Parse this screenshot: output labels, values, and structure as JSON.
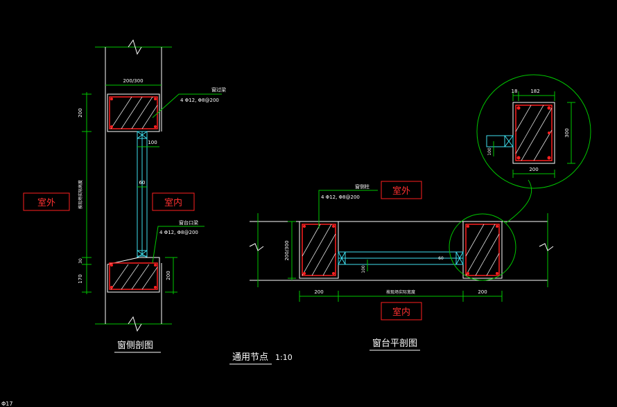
{
  "labels": {
    "outdoor_left": "室外",
    "indoor_left": "室内",
    "outdoor_right": "室外",
    "indoor_right": "室内"
  },
  "titles": {
    "section": "窗侧剖图",
    "common": "通用节点",
    "scale": "1:10",
    "plan": "窗台平剖图"
  },
  "annotations": {
    "lintel": "窗过梁",
    "lintel_rebar": "4 Φ12, Φ8@200",
    "sill": "窗台口梁",
    "sill_rebar": "4 Φ12, Φ8@200",
    "column": "窗侧柱",
    "column_rebar": "4 Φ12, Φ8@200"
  },
  "dimensions": {
    "top_width": "200/300",
    "lintel_h": "200",
    "window_h": "按现场实际高度",
    "frame_100": "100",
    "frame_60": "60",
    "sill_30": "30",
    "sill_170": "170",
    "sill_200": "200",
    "plan_depth": "200/300",
    "plan_left": "200",
    "plan_mid": "按现场实际宽度",
    "plan_right": "200",
    "plan_100": "100",
    "plan_60": "60",
    "detail_18": "18",
    "detail_182": "182",
    "detail_300": "300",
    "detail_100": "100",
    "detail_200": "200"
  },
  "corner": "Φ17"
}
